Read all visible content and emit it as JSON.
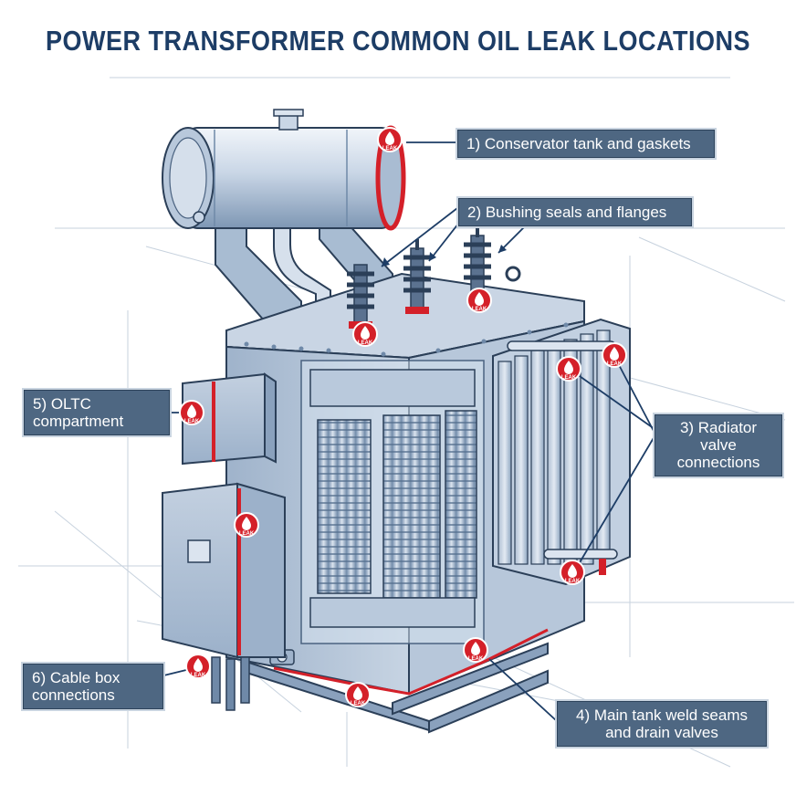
{
  "title": "POWER TRANSFORMER COMMON OIL LEAK LOCATIONS",
  "leak_marker_text": "LEAK",
  "callouts": {
    "conservator": "1) Conservator tank and gaskets",
    "bushing": "2) Bushing seals and flanges",
    "radiator": "3) Radiator\nvalve\nconnections",
    "main_tank": "4) Main tank weld seams\nand drain valves",
    "oltc": "5) OLTC\ncompartment",
    "cable_box": "6) Cable box\nconnections"
  },
  "colors": {
    "title": "#1d3d66",
    "callout_bg": "#4e6782",
    "leak_marker": "#d42029",
    "steel_light": "#dbe4ef",
    "steel_mid": "#a9bdd3",
    "steel_dark": "#6f89a8",
    "outline": "#2b3f58"
  }
}
